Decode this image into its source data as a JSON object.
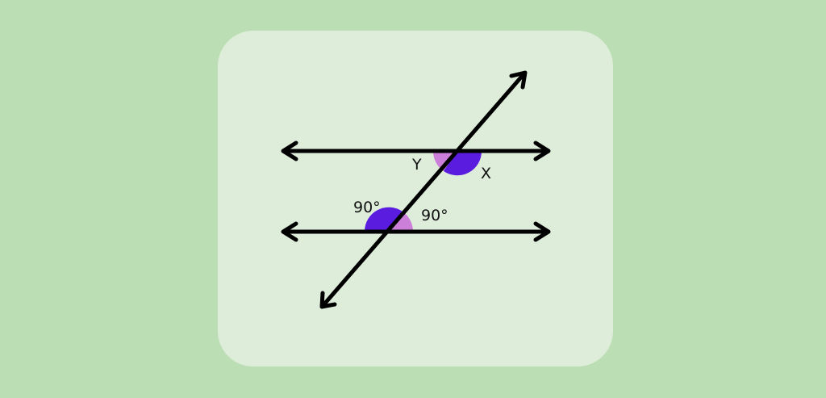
{
  "colors": {
    "background": "#bcdeb4",
    "card": "#deedda",
    "line": "#000000",
    "angle_dark": "#5a1de0",
    "angle_light": "#cc7fd8"
  },
  "labels": {
    "angle_y": "Y",
    "angle_x": "X",
    "angle_lower_left": "90°",
    "angle_lower_right": "90°"
  }
}
